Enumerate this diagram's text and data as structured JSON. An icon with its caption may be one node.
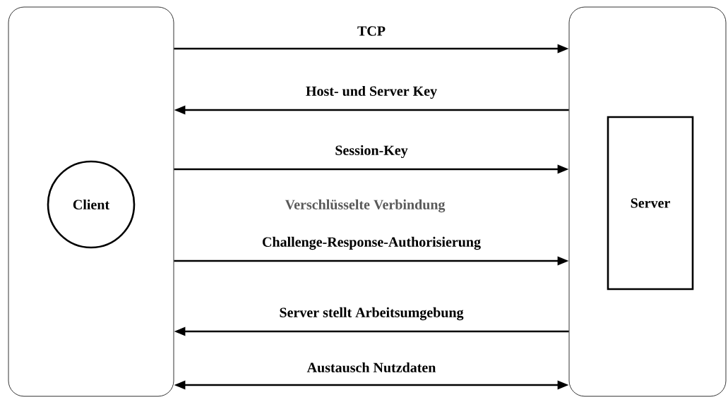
{
  "diagram": {
    "nodes": [
      {
        "text": [],
        "shape": "box"
      },
      {
        "text": [
          "Client"
        ],
        "in": 0
      },
      {
        "text": [],
        "shape": "box"
      },
      {
        "text": [
          "Server"
        ],
        "in": 2
      }
    ],
    "edges": [
      {
        "from": 0,
        "to": 2,
        "arrow": "to",
        "label": "TCP"
      },
      {
        "from": 2,
        "to": 0,
        "arrow": "to",
        "label": "Host- und Server Key"
      },
      {
        "from": 0,
        "to": 2,
        "arrow": "to",
        "label": "Session-Key"
      },
      {
        "from": 0,
        "to": 2,
        "arrow": "to",
        "label": "Challenge-Response-Authorisierung"
      },
      {
        "from": 2,
        "to": 0,
        "arrow": "to",
        "label": "Server stellt Arbeitsumgebung"
      },
      {
        "from": 0,
        "to": 2,
        "arrow": "both",
        "label": "Austausch Nutzdaten"
      }
    ],
    "labels": [
      "Verschlüsselte Verbindung"
    ]
  }
}
